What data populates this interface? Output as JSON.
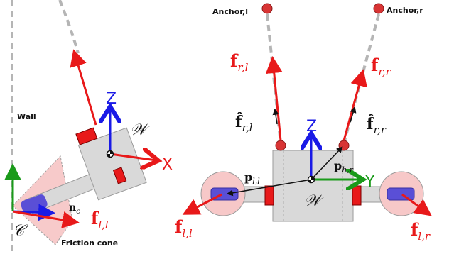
{
  "left_panel": {
    "wall_label": "Wall",
    "contact_label": "𝒞",
    "normal_label": "n",
    "normal_sub": "c",
    "friction_label": "Friction cone",
    "world_label": "𝒲",
    "axis_z": "Z",
    "axis_x": "X",
    "force_base": "f",
    "force_sub": "l,l"
  },
  "right_panel": {
    "anchor_left": "Anchor,l",
    "anchor_right": "Anchor,r",
    "fr_l_base": "f",
    "fr_l_sub": "r,l",
    "fr_r_base": "f",
    "fr_r_sub": "r,r",
    "fhat_l_base": "f̂",
    "fhat_l_sub": "r,l",
    "fhat_r_base": "f̂",
    "fhat_r_sub": "r,r",
    "axis_z": "Z",
    "axis_y": "Y",
    "world_label": "𝒲",
    "p_l_base": "p",
    "p_l_sub": "l,l",
    "p_h_base": "p",
    "p_h_sub": "h,r",
    "fl_l_base": "f",
    "fl_l_sub": "l,l",
    "fl_r_base": "f",
    "fl_r_sub": "l,r"
  },
  "colors": {
    "force": "#e8191a",
    "axis_z": "#1a1ae6",
    "axis_x": "#e8191a",
    "axis_y": "#1a9a1a",
    "body": "#d9d9d9",
    "cone": "#f7c8c8",
    "pad": "#5a4fd6",
    "anchor": "#d83434"
  }
}
